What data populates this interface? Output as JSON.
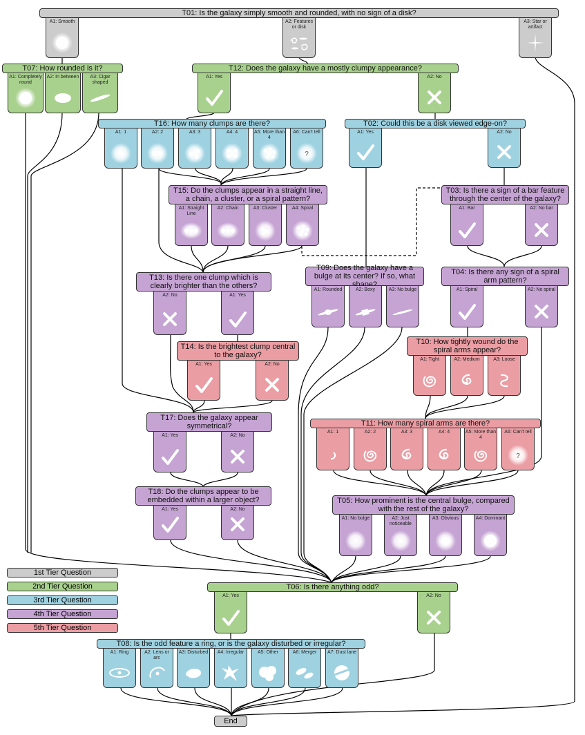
{
  "colors": {
    "tier1": "#cccccc",
    "tier2": "#a9d18e",
    "tier3": "#9fd2e1",
    "tier4": "#c5a3d3",
    "tier5": "#ea9da3"
  },
  "legend": [
    "1st Tier Question",
    "2nd Tier Question",
    "3rd Tier Question",
    "4th Tier Question",
    "5th Tier Question"
  ],
  "end_label": "End",
  "questions": {
    "t01": "T01: Is the galaxy simply smooth and rounded, with no sign of a disk?",
    "t07": "T07: How rounded is it?",
    "t12": "T12: Does the galaxy have a mostly clumpy appearance?",
    "t16": "T16: How many clumps are there?",
    "t02": "T02: Could this be a disk viewed edge-on?",
    "t15": "T15: Do the clumps appear in a straight line, a chain, a cluster, or a spiral pattern?",
    "t03": "T03: Is there a sign of a bar feature through the center of the galaxy?",
    "t13": "T13: Is there one clump which is clearly brighter than the others?",
    "t09": "T09: Does the galaxy have a bulge at its center? If so, what shape?",
    "t04": "T04: Is there any sign of a spiral arm pattern?",
    "t14": "T14: Is the brightest clump central to the galaxy?",
    "t10": "T10: How tightly wound do the spiral arms appear?",
    "t17": "T17: Does the galaxy appear symmetrical?",
    "t11": "T11: How many spiral arms are there?",
    "t18": "T18: Do the clumps appear to be embedded within a larger object?",
    "t05": "T05: How prominent is the central bulge, compared with the rest of the galaxy?",
    "t06": "T06: Is there anything odd?",
    "t08": "T08: Is the odd feature a ring, or is the galaxy disturbed or irregular?"
  },
  "answers": {
    "t01": [
      {
        "label": "A1: Smooth",
        "icon": "smooth-galaxy-icon"
      },
      {
        "label": "A2: Features or disk",
        "icon": "features-disk-icon"
      },
      {
        "label": "A3: Star or artifact",
        "icon": "star-artifact-icon"
      }
    ],
    "t07": [
      {
        "label": "A1: Completely round",
        "icon": "round-galaxy-icon"
      },
      {
        "label": "A2: In between",
        "icon": "in-between-galaxy-icon"
      },
      {
        "label": "A3: Cigar shaped",
        "icon": "cigar-galaxy-icon"
      }
    ],
    "t12": [
      {
        "label": "A1: Yes",
        "icon": "checkmark-icon"
      },
      {
        "label": "A2: No",
        "icon": "cross-icon"
      }
    ],
    "t16": [
      {
        "label": "A1: 1",
        "icon": "one-clump-icon"
      },
      {
        "label": "A2: 2",
        "icon": "two-clumps-icon"
      },
      {
        "label": "A3: 3",
        "icon": "three-clumps-icon"
      },
      {
        "label": "A4: 4",
        "icon": "four-clumps-icon"
      },
      {
        "label": "A5: More than 4",
        "icon": "many-clumps-icon"
      },
      {
        "label": "A6: Can't tell",
        "icon": "question-icon"
      }
    ],
    "t02": [
      {
        "label": "A1: Yes",
        "icon": "checkmark-icon"
      },
      {
        "label": "A2: No",
        "icon": "cross-icon"
      }
    ],
    "t15": [
      {
        "label": "A1: Straight Line",
        "icon": "straight-line-icon"
      },
      {
        "label": "A2: Chain",
        "icon": "chain-icon"
      },
      {
        "label": "A3: Cluster",
        "icon": "cluster-icon"
      },
      {
        "label": "A4: Spiral",
        "icon": "spiral-clumps-icon"
      }
    ],
    "t03": [
      {
        "label": "A1: Bar",
        "icon": "checkmark-icon"
      },
      {
        "label": "A2: No bar",
        "icon": "cross-icon"
      }
    ],
    "t13": [
      {
        "label": "A2: No",
        "icon": "cross-icon"
      },
      {
        "label": "A1: Yes",
        "icon": "checkmark-icon"
      }
    ],
    "t09": [
      {
        "label": "A1: Rounded",
        "icon": "rounded-bulge-icon"
      },
      {
        "label": "A2: Boxy",
        "icon": "boxy-bulge-icon"
      },
      {
        "label": "A3: No bulge",
        "icon": "no-bulge-icon"
      }
    ],
    "t04": [
      {
        "label": "A1: Spiral",
        "icon": "checkmark-icon"
      },
      {
        "label": "A2: No spiral",
        "icon": "cross-icon"
      }
    ],
    "t14": [
      {
        "label": "A1: Yes",
        "icon": "checkmark-icon"
      },
      {
        "label": "A2: No",
        "icon": "cross-icon"
      }
    ],
    "t10": [
      {
        "label": "A1: Tight",
        "icon": "tight-spiral-icon"
      },
      {
        "label": "A2: Medium",
        "icon": "medium-spiral-icon"
      },
      {
        "label": "A3: Loose",
        "icon": "loose-spiral-icon"
      }
    ],
    "t17": [
      {
        "label": "A1: Yes",
        "icon": "checkmark-icon"
      },
      {
        "label": "A2: No",
        "icon": "cross-icon"
      }
    ],
    "t11": [
      {
        "label": "A1: 1",
        "icon": "one-arm-icon"
      },
      {
        "label": "A2: 2",
        "icon": "two-arms-icon"
      },
      {
        "label": "A3: 3",
        "icon": "three-arms-icon"
      },
      {
        "label": "A4: 4",
        "icon": "four-arms-icon"
      },
      {
        "label": "A5: More than 4",
        "icon": "many-arms-icon"
      },
      {
        "label": "A6: Can't tell",
        "icon": "question-icon"
      }
    ],
    "t18": [
      {
        "label": "A1: Yes",
        "icon": "checkmark-icon"
      },
      {
        "label": "A2: No",
        "icon": "cross-icon"
      }
    ],
    "t05": [
      {
        "label": "A1: No bulge",
        "icon": "no-bulge-disk-icon"
      },
      {
        "label": "A2: Just noticeable",
        "icon": "small-bulge-icon"
      },
      {
        "label": "A3: Obvious",
        "icon": "obvious-bulge-icon"
      },
      {
        "label": "A4: Dominant",
        "icon": "dominant-bulge-icon"
      }
    ],
    "t06": [
      {
        "label": "A1: Yes",
        "icon": "checkmark-icon"
      },
      {
        "label": "A2: No",
        "icon": "cross-icon"
      }
    ],
    "t08": [
      {
        "label": "A1: Ring",
        "icon": "ring-icon"
      },
      {
        "label": "A2: Lens or arc",
        "icon": "lens-arc-icon"
      },
      {
        "label": "A3: Disturbed",
        "icon": "disturbed-icon"
      },
      {
        "label": "A4: Irregular",
        "icon": "irregular-icon"
      },
      {
        "label": "A5: Other",
        "icon": "other-icon"
      },
      {
        "label": "A6: Merger",
        "icon": "merger-icon"
      },
      {
        "label": "A7: Dust lane",
        "icon": "dust-lane-icon"
      }
    ]
  }
}
